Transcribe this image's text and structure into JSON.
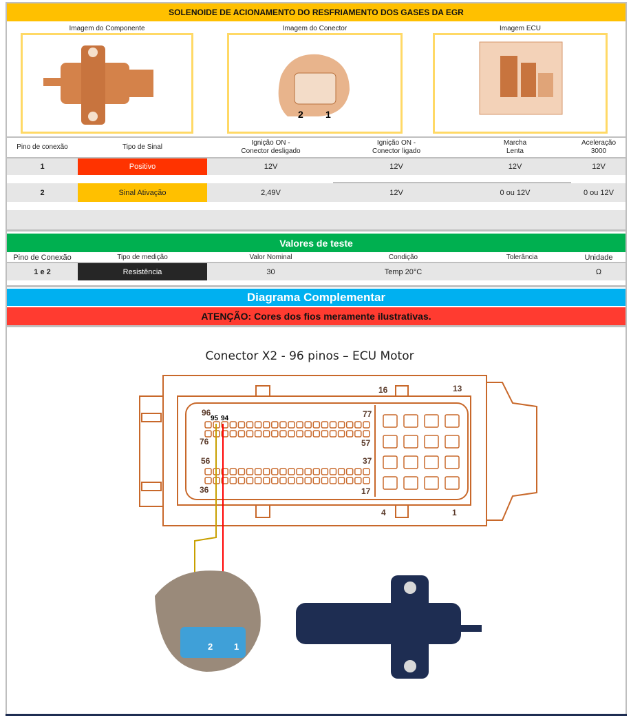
{
  "title": "SOLENOIDE DE ACIONAMENTO DO RESFRIAMENTO DOS GASES DA EGR",
  "images": {
    "component": "Imagem do Componente",
    "connector": "Imagem do Conector",
    "ecu": "Imagem ECU",
    "pin_labels": [
      "2",
      "1"
    ]
  },
  "signal_table": {
    "headers": [
      "Pino de conexão",
      "Tipo de Sinal",
      "Ignição ON -\nConector desligado",
      "Ignição ON -\nConector ligado",
      "Marcha\nLenta",
      "Aceleração\n3000"
    ],
    "rows": [
      {
        "pin": "1",
        "type": "Positivo",
        "type_color": "#ff3300",
        "c1": "12V",
        "c2": "12V",
        "c3": "12V",
        "c4": "12V"
      },
      {
        "pin": "2",
        "type": "Sinal Ativação",
        "type_color": "#ffc000",
        "c1": "2,49V",
        "c2": "12V",
        "c3": "0 ou 12V",
        "c4": "0 ou 12V"
      }
    ]
  },
  "test_values": {
    "title": "Valores de teste",
    "headers": [
      "Pino de Conexão",
      "Tipo de medição",
      "Valor Nominal",
      "Condição",
      "Tolerância",
      "Unidade"
    ],
    "row": {
      "pin": "1 e 2",
      "type": "Resistência",
      "nominal": "30",
      "condition": "Temp 20°C",
      "tolerance": "",
      "unit": "Ω"
    }
  },
  "diagram": {
    "title": "Diagrama Complementar",
    "warning": "ATENÇÃO: Cores dos fios meramente ilustrativas.",
    "connector_title": "Conector X2 - 96 pinos – ECU Motor",
    "pin_numbers": {
      "p96": "96",
      "p95": "95",
      "p94": "94",
      "p77": "77",
      "p76": "76",
      "p57": "57",
      "p56": "56",
      "p37": "37",
      "p36": "36",
      "p17": "17",
      "p16": "16",
      "p13": "13",
      "p4": "4",
      "p1": "1"
    },
    "plug_pins": [
      "2",
      "1"
    ]
  },
  "colors": {
    "title": "#ffc000",
    "green": "#00b050",
    "blue": "#00b0f0",
    "red": "#ff3b30",
    "wire_yellow": "#c8a000",
    "wire_red": "#ff0000",
    "ecu_outline": "#c8682a"
  }
}
